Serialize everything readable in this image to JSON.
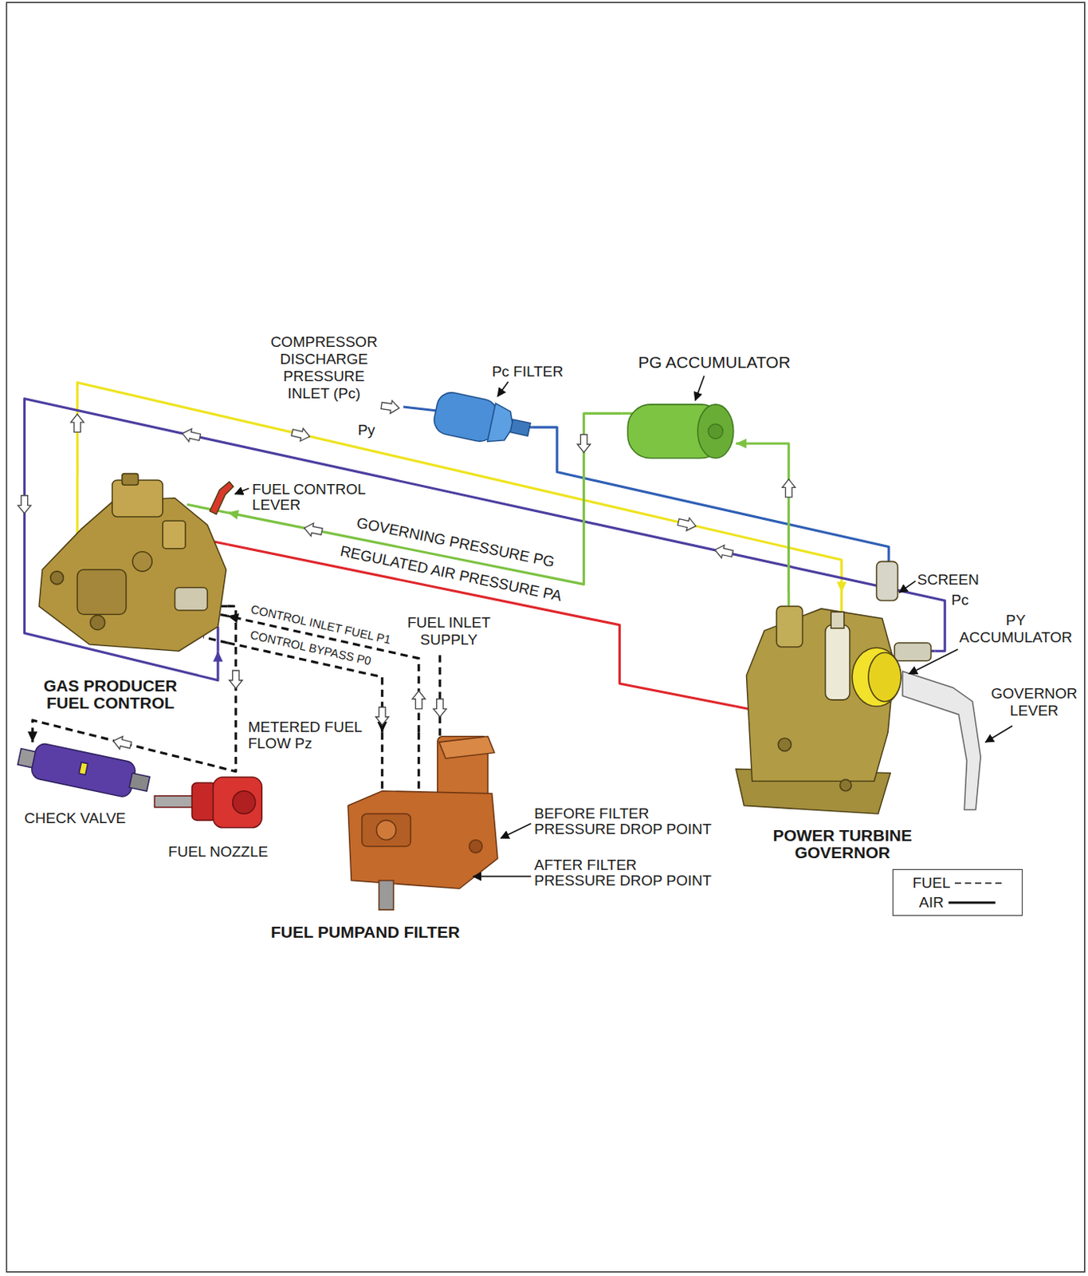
{
  "diagram": {
    "nodes": [
      {
        "text": [
          "GAS PRODUCER FUEL CONTROL"
        ]
      },
      {
        "text": [
          "Pc FILTER"
        ]
      },
      {
        "text": [
          "PG ACCUMULATOR"
        ]
      },
      {
        "text": [
          "POWER TURBINE GOVERNOR"
        ]
      },
      {
        "text": [
          "FUEL PUMPAND FILTER"
        ]
      },
      {
        "text": [
          "CHECK VALVE"
        ]
      },
      {
        "text": [
          "FUEL NOZZLE"
        ]
      }
    ],
    "edges": [
      {
        "from": 0,
        "to": 3,
        "label": "Py",
        "arrow": "to"
      },
      {
        "from": 3,
        "to": 0,
        "arrow": "to"
      },
      {
        "from": 1,
        "to": 3,
        "arrow": "none"
      },
      {
        "from": 3,
        "to": 2,
        "arrow": "to"
      },
      {
        "from": 2,
        "to": 0,
        "label": "GOVERNING PRESSURE PG",
        "arrow": "to"
      },
      {
        "from": 0,
        "to": 3,
        "label": "REGULATED AIR PRESSURE PA",
        "arrow": "none"
      },
      {
        "from": 4,
        "to": 0,
        "label": "CONTROL INLET FUEL P1",
        "arrow": "to"
      },
      {
        "from": 0,
        "to": 4,
        "label": "CONTROL BYPASS P0",
        "arrow": "to"
      },
      {
        "from": 0,
        "to": 5,
        "label": "METERED FUEL FLOW Pz",
        "arrow": "to"
      }
    ],
    "labels": [
      "COMPRESSOR DISCHARGE PRESSURE INLET (Pc)",
      "FUEL CONTROL LEVER",
      "SCREEN",
      "Pc",
      "PY ACCUMULATOR",
      "GOVERNOR LEVER",
      "FUEL INLET SUPPLY",
      "BEFORE FILTER PRESSURE DROP POINT",
      "AFTER FILTER PRESSURE DROP POINT"
    ],
    "legend": [
      {
        "text": "FUEL"
      },
      {
        "text": "AIR"
      }
    ]
  }
}
